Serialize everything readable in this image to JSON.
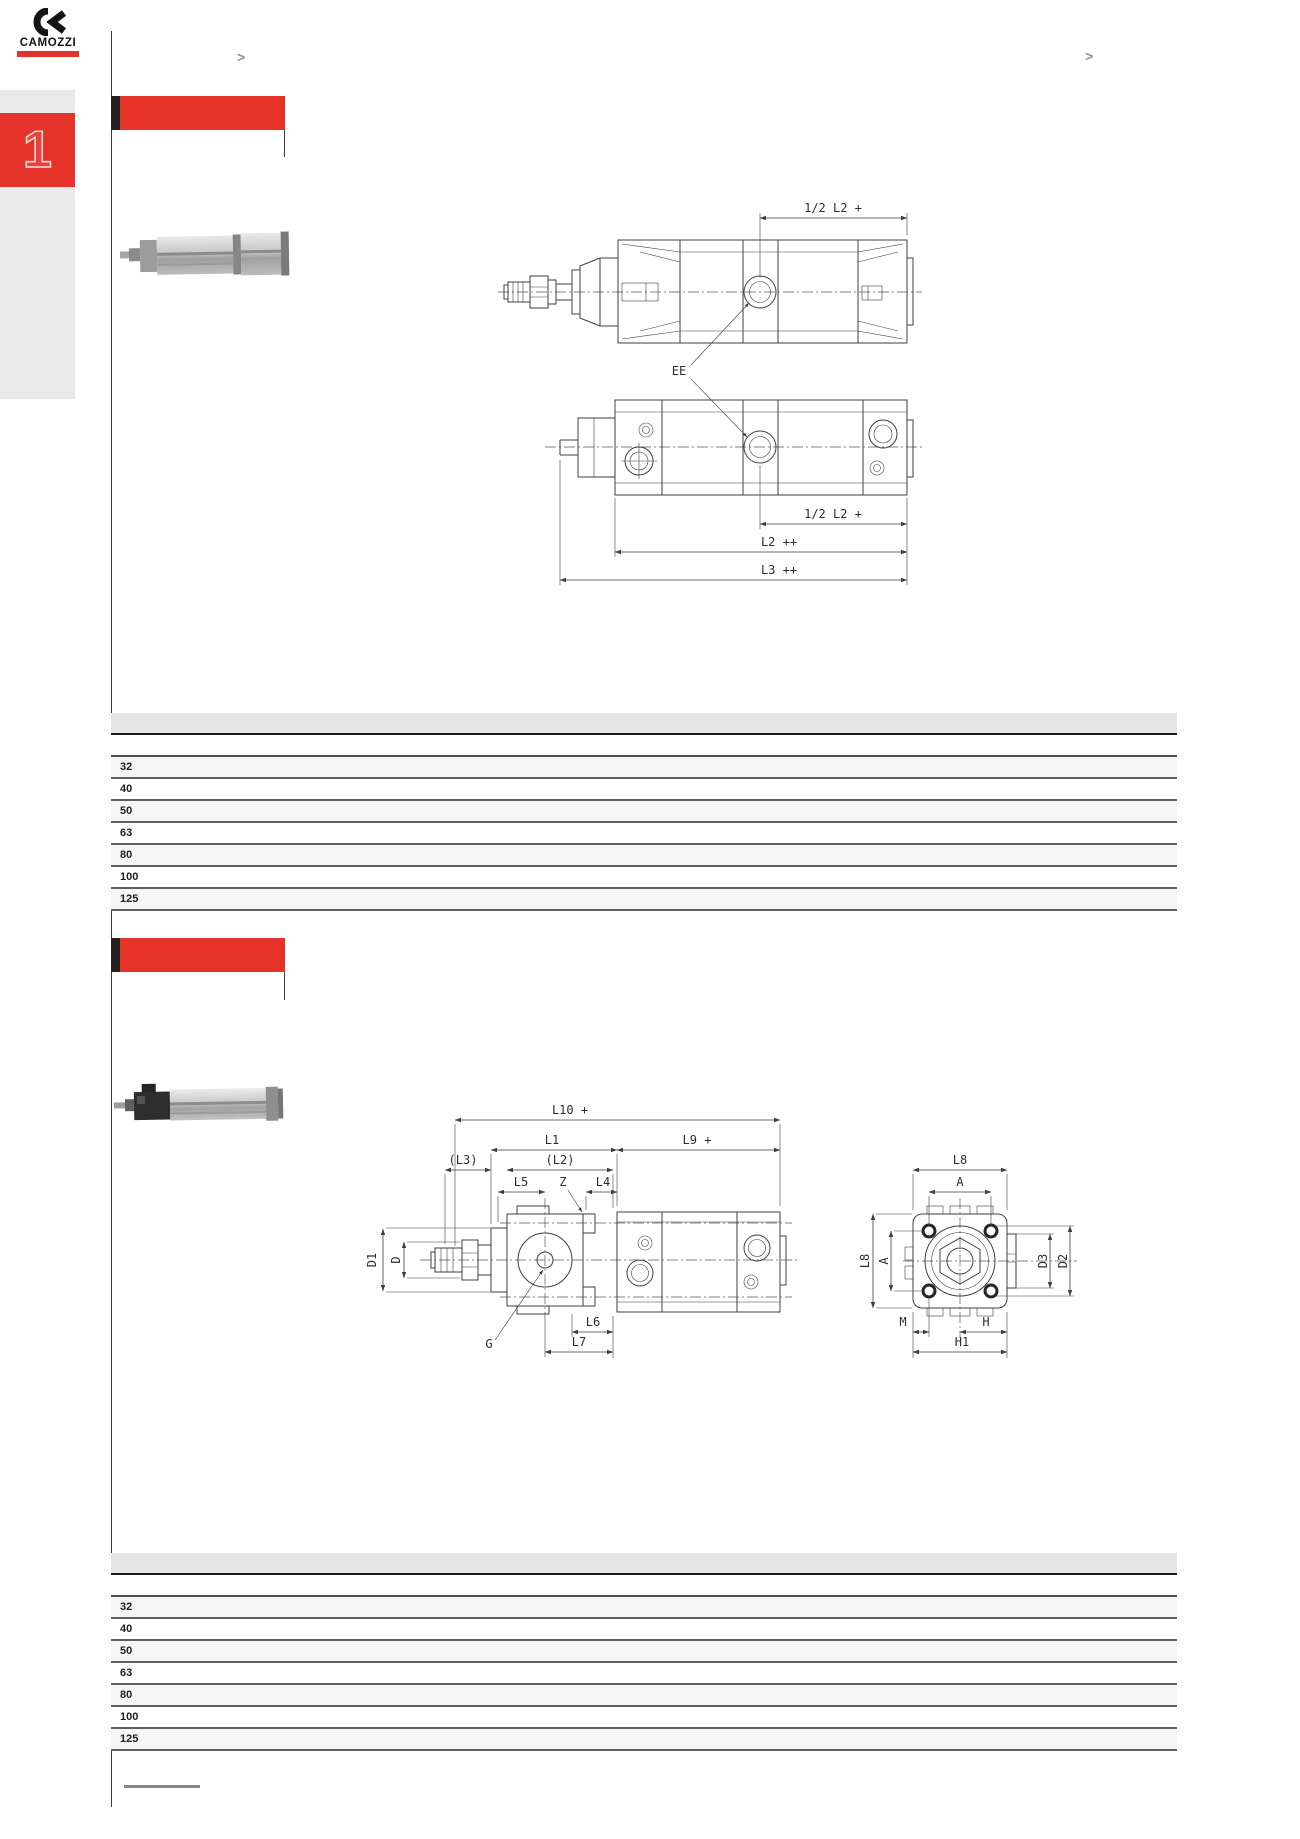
{
  "header": {
    "logo_text": "CAMOZZI",
    "chapter_number": "1",
    "breadcrumb_left": ">",
    "breadcrumb_right": ">"
  },
  "colors": {
    "accent_red": "#e5332a",
    "table_band_gray": "#e4e4e4",
    "row_alt_gray": "#f6f6f6"
  },
  "section1": {
    "drawing_labels": {
      "half_l2_top": "1/2 L2 +",
      "ee": "EE",
      "half_l2_bottom": "1/2 L2 +",
      "l2": "L2 ++",
      "l3": "L3 ++"
    },
    "table": {
      "bores": [
        "32",
        "40",
        "50",
        "63",
        "80",
        "100",
        "125"
      ]
    }
  },
  "section2": {
    "drawing_labels": {
      "l10": "L10 +",
      "l1": "L1",
      "l9": "L9 +",
      "l3_paren": "(L3)",
      "l2_paren": "(L2)",
      "l5": "L5",
      "z": "Z",
      "l4": "L4",
      "d1": "D1",
      "d": "D",
      "g": "G",
      "l6": "L6",
      "l7": "L7",
      "l8_top": "L8",
      "a_top": "A",
      "l8_left": "L8",
      "a_left": "A",
      "d3": "D3",
      "d2": "D2",
      "m": "M",
      "h": "H",
      "h1": "H1"
    },
    "table": {
      "bores": [
        "32",
        "40",
        "50",
        "63",
        "80",
        "100",
        "125"
      ]
    }
  }
}
